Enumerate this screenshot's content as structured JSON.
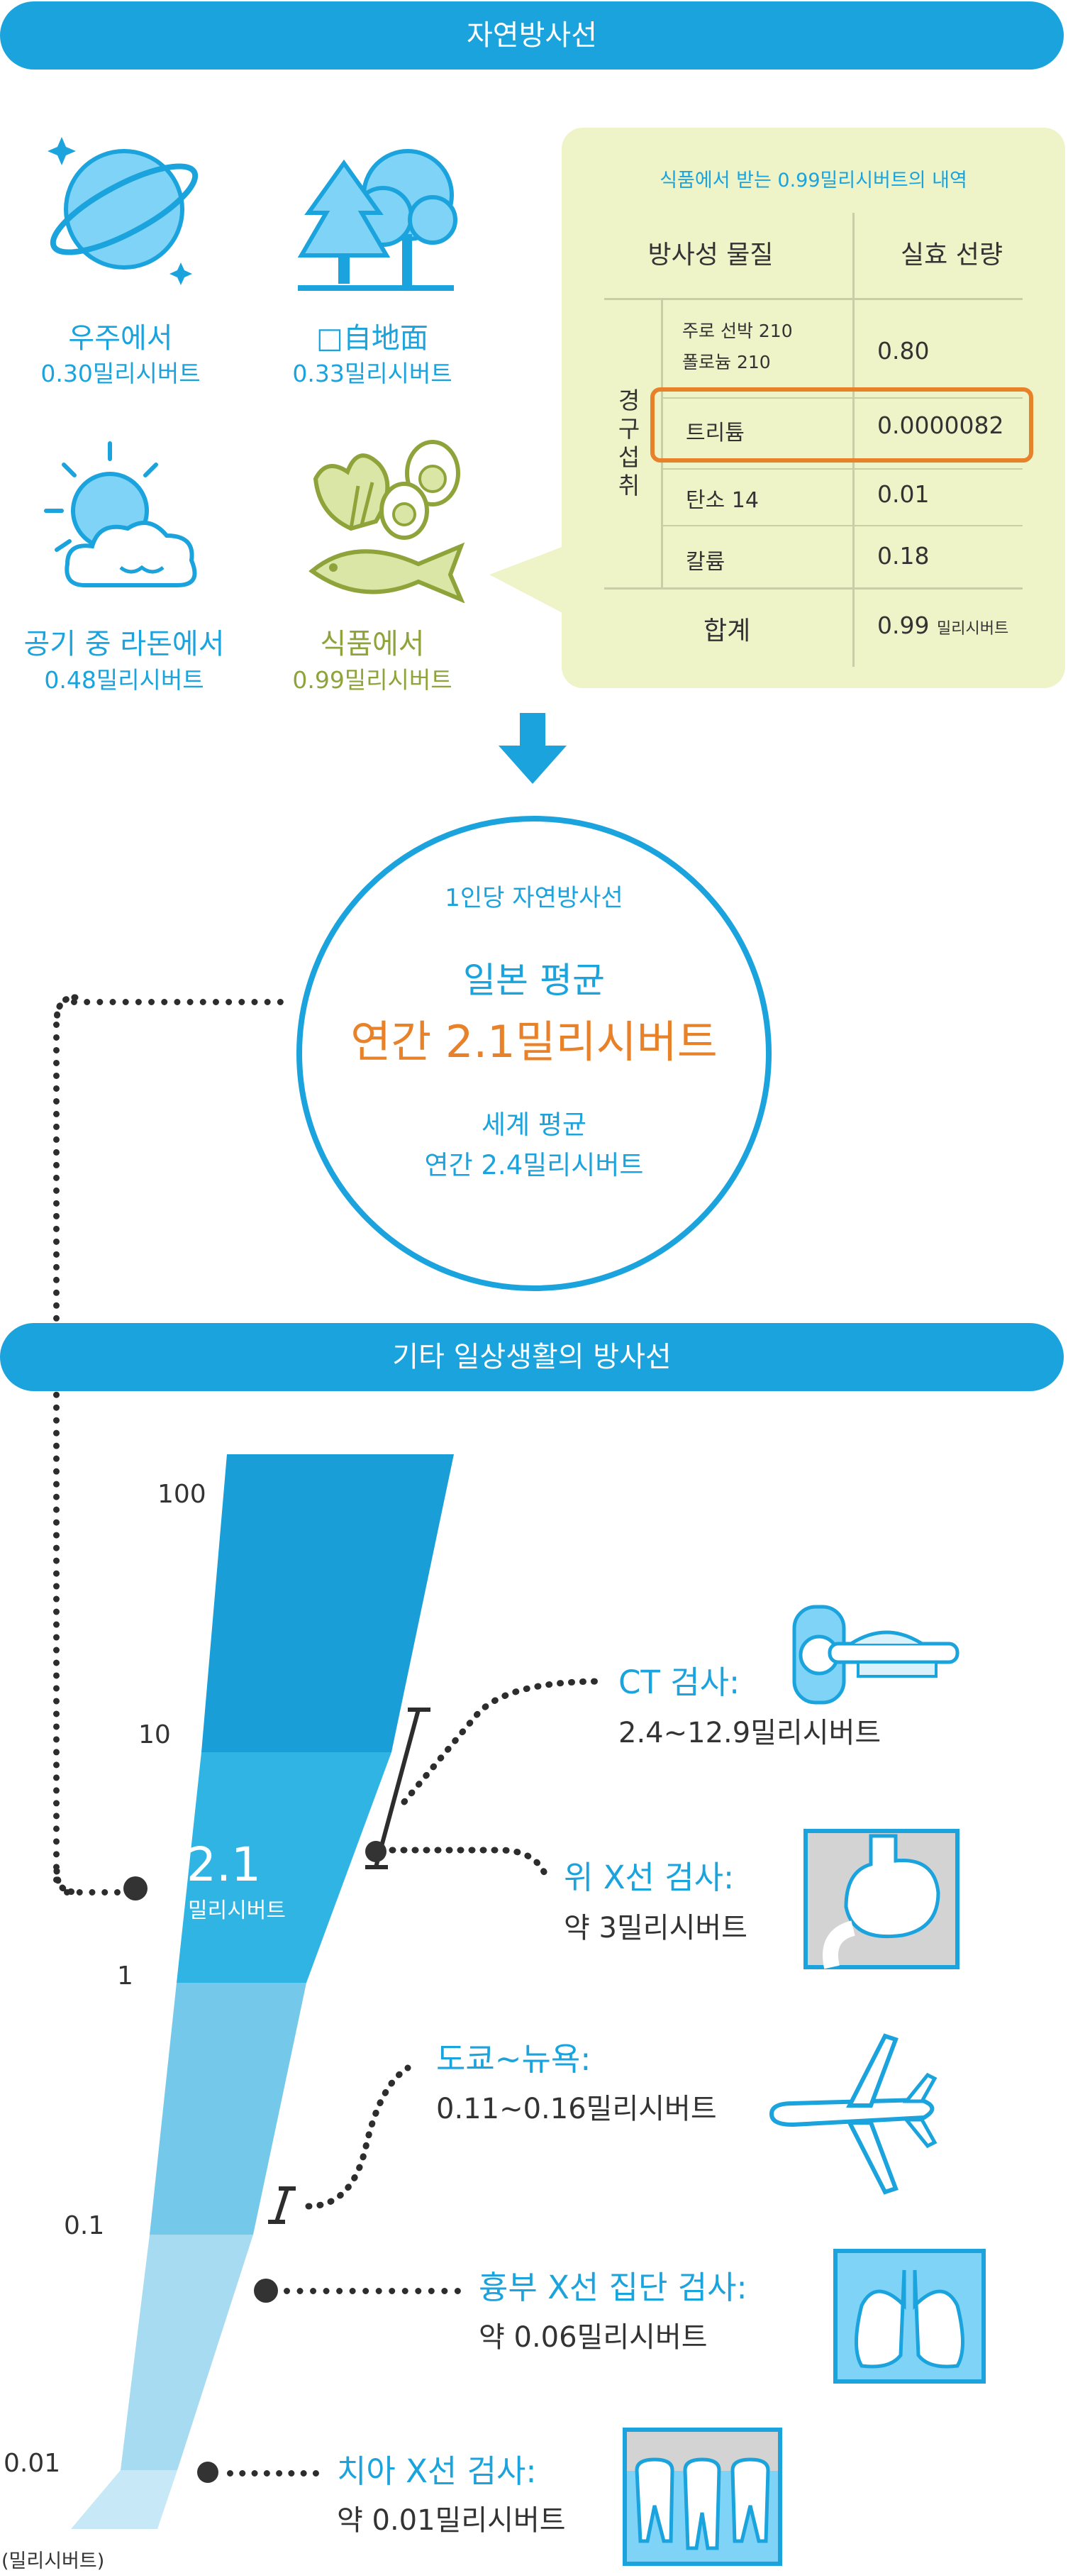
{
  "section1": {
    "title": "자연방사선"
  },
  "sources": [
    {
      "name": "우주에서",
      "value": "0.30밀리시버트"
    },
    {
      "name": "□自地面",
      "value": "0.33밀리시버트"
    },
    {
      "name": "공기 중 라돈에서",
      "value": "0.48밀리시버트"
    },
    {
      "name": "식품에서",
      "value": "0.99밀리시버트"
    }
  ],
  "food_table": {
    "title": "식품에서 받는 0.99밀리시버트의 내역",
    "col1": "방사성 물질",
    "col2": "실효 선량",
    "side_label": [
      "경",
      "구",
      "섭",
      "취"
    ],
    "rows": [
      {
        "substance": [
          "주로 선박 210",
          "폴로늄 210"
        ],
        "dose": "0.80"
      },
      {
        "substance": [
          "트리튬"
        ],
        "dose": "0.0000082"
      },
      {
        "substance": [
          "탄소 14"
        ],
        "dose": "0.01"
      },
      {
        "substance": [
          "칼륨"
        ],
        "dose": "0.18"
      }
    ],
    "total_label": "합계",
    "total_value": "0.99",
    "total_unit": "밀리시버트",
    "highlight_color": "#e8822a"
  },
  "summary": {
    "subtitle": "1인당 자연방사선",
    "japan_label": "일본 평균",
    "japan_value": "연간 2.1밀리시버트",
    "world_label": "세계 평균",
    "world_value": "연간 2.4밀리시버트"
  },
  "section2": {
    "title": "기타 일상생활의 방사선"
  },
  "scale": {
    "ticks": [
      "100",
      "10",
      "1",
      "0.1",
      "0.01"
    ],
    "unit": "(밀리시버트)",
    "marker_value": "2.1",
    "marker_unit": "밀리시버트"
  },
  "items": [
    {
      "name": "CT 검사:",
      "value": "2.4~12.9밀리시버트",
      "icon": "ct-scanner-icon"
    },
    {
      "name": "위 X선 검사:",
      "value": "약 3밀리시버트",
      "icon": "stomach-xray-icon"
    },
    {
      "name": "도쿄~뉴욕:",
      "value": "0.11~0.16밀리시버트",
      "icon": "airplane-icon"
    },
    {
      "name": "흉부 X선 집단 검사:",
      "value": "약 0.06밀리시버트",
      "icon": "lung-xray-icon"
    },
    {
      "name": "치아 X선 검사:",
      "value": "약 0.01밀리시버트",
      "icon": "teeth-xray-icon"
    }
  ],
  "colors": {
    "accent": "#1aa3dc",
    "food_green": "#8ea43a",
    "highlight": "#e8822a",
    "panel": "#eef4c8"
  }
}
